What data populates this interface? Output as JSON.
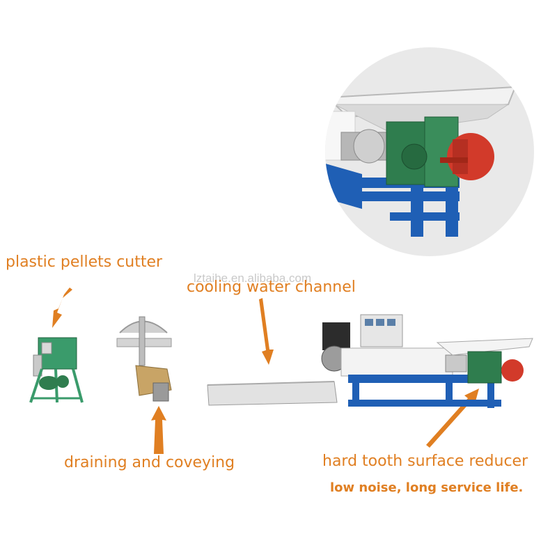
{
  "labels": {
    "cutter": "plastic pellets cutter",
    "cooling": "cooling water channel",
    "draining": "draining and coveying",
    "reducer": "hard tooth surface reducer",
    "noise": "low noise, long service life."
  },
  "watermark": "lztaihe.en.alibaba.com",
  "colors": {
    "label_orange": "#e07f22",
    "machine_blue": "#1f5fb5",
    "gearbox_green": "#2f7d4e",
    "motor_red": "#d23a2a",
    "cutter_green": "#3a9b6b"
  }
}
